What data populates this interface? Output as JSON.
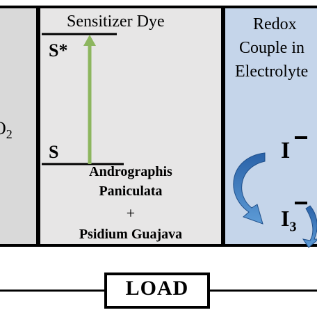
{
  "panels": {
    "left": {
      "label_main": "O",
      "label_sub": "2",
      "fill": "#d9d9d9"
    },
    "middle": {
      "title": "Sensitizer Dye",
      "excited_state": "S*",
      "ground_state": "S",
      "dye_lines": [
        "Andrographis",
        "Paniculata",
        "+",
        "Psidium Guajava"
      ],
      "fill": "#e7e6e6",
      "arrow_color": "#8db65f"
    },
    "right": {
      "title_lines": [
        "Redox",
        "Couple in",
        "Electrolyte"
      ],
      "iodide": "I",
      "triiodide_main": "I",
      "triiodide_sub": "3",
      "fill": "#c5d5ea",
      "arrow_color": "#3a76b8"
    }
  },
  "circuit": {
    "load_label": "LOAD"
  }
}
